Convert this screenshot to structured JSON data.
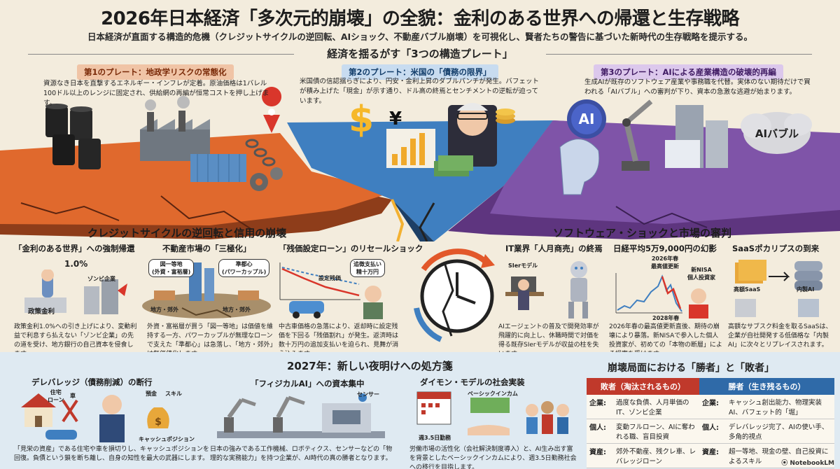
{
  "header": {
    "title": "2026年日本経済「多次元的崩壊」の全貌：金利のある世界への帰還と生存戦略",
    "subtitle": "日本経済が直面する構造的危機（クレジットサイクルの逆回転、AIショック、不動産バブル崩壊）を可視化し、賢者たちの警告に基づいた新時代の生存戦略を提示する。"
  },
  "plates": {
    "heading": "経済を揺るがす「3つの構造プレート」",
    "p1": {
      "label": "第1のプレート：地政学リスクの常態化",
      "desc": "資源なき日本を直撃するエネルギー・インフレが定着。原油価格は1バレル100ドル以上のレンジに固定され、供給網の再編が恒常コストを押し上げます。",
      "color": "#e26a2c"
    },
    "p2": {
      "label": "第2のプレート：米国の「債務の限界」",
      "desc": "米国債の信認揺らぎにより、円安・金利上昇のダブルパンチが発生。バフェットが積み上げた「現金」が示す通り、ドル高の終焉とセンチメントの逆転が迫っています。",
      "color": "#3a78b8"
    },
    "p3": {
      "label": "第3のプレート：AIによる産業構造の破壊的再編",
      "desc": "生成AIが既存のソフトウェア産業や事務職を代替。実体のない期待だけで買われる「AIバブル」への審判が下り、資本の急激な逃避が始まります。",
      "color": "#7a4fa3"
    },
    "icons": {
      "dollar": "$",
      "yen": "¥",
      "ai": "AI",
      "ai_bubble": "AIバブル"
    }
  },
  "credit": {
    "heading": "クレジットサイクルの逆回転と信用の崩壊",
    "c1": {
      "title": "「金利のある世界」への強制帰還",
      "rate": "1.0%",
      "zombie": "ゾンビ企業",
      "policy": "政策金利",
      "desc": "政策金利1.0%への引き上げにより、変動利益で利息すら払えない「ゾンビ企業」の先の道を受け、地方銀行の自己資本を侵食します。"
    },
    "c2": {
      "title": "不動産市場の「三極化」",
      "bubble1": "図一等地\n(外資・富裕層)",
      "bubble2": "準都心\n(パワーカップル)",
      "label1": "地方・郊外",
      "label2": "地方・郊外",
      "desc": "外資・富裕層が買う「図一等地」は価値を維持する一方、パワーカップルが無理なローンで支えた「準都心」は急落し、「地方・郊外」は無価値化します。"
    },
    "c3": {
      "title": "「残価設定ローン」のリセールショック",
      "bubble": "追徴支払い\n精十万円",
      "line_label": "設定残価",
      "desc": "中古車価格の急落により、返却時に設定残価を下回る「残価割れ」が発生。返済時は数十万円の追加支払いを迫られ、見舞が消え込みます。"
    }
  },
  "software": {
    "heading": "ソフトウェア・ショックと市場の審判",
    "s1": {
      "title": "IT業界「人月商売」の終焉",
      "label": "SIerモデル",
      "desc": "AIエージェントの普及で開発効率が飛躍的に向上し、休職時間で対価を得る既存SIerモデルが収益の柱を失います。"
    },
    "s2": {
      "title": "日経平均5万9,000円の幻影",
      "peak": "2026年春\n最高値更新",
      "nisa": "新NISA\n個人投資家",
      "year": "2028年春",
      "desc": "2026年春の最高値更新直後、期待の崩壊により暴落。新NISAで参入した個人投資家が、初めての「本物の断層」による損害を受けます。"
    },
    "s3": {
      "title": "SaaSポカリプスの到来",
      "label1": "高額SaaS",
      "label2": "内製AI",
      "desc": "高額なサブスク料金を取るSaaSは、企業が自社開発する低価格な「内製AI」に次々とリプレイスされます。"
    }
  },
  "prescription": {
    "heading": "2027年：新しい夜明けへの処方箋",
    "r1": {
      "title": "デレバレッジ（債務削減）の断行",
      "house": "住宅\nローン",
      "car": "車",
      "savings": "預金",
      "skill": "スキル",
      "cash": "キャッシュポジション",
      "desc": "「見栄の資産」である住宅や車を損切りし、キャッシュポジションを回復。負債という鎖を断ち離し、自身の知性を最大の武器にします。"
    },
    "r2": {
      "title": "「フィジカルAI」への資本集中",
      "sensor": "センサー",
      "desc": "日本の強みである工作機械、ロボティクス、センサーなどの「物理的な実務能力」を持つ企業が、AI時代の真の勝者となります。"
    },
    "r3": {
      "title": "ダイモン・モデルの社会実装",
      "bi": "ベーシックインカム",
      "week": "週3.5日勤務",
      "desc": "労働市場の活性化（会社解決制度導入）と、AI生み出す富を背景としたベーシックインカムにより、週3.5日勤務社会への移行を目指します。"
    }
  },
  "winners": {
    "heading": "崩壊局面における「勝者」と「敗者」",
    "loser_head": "敗者（淘汰されるもの）",
    "winner_head": "勝者（生き残るもの）",
    "loser_color": "#c0392b",
    "winner_color": "#2f6aa8",
    "rows": [
      {
        "cat": "企業:",
        "loser": "過度な負債、人月単価のIT、ゾンビ企業",
        "winner": "キャッシュ創出能力、物理実装AI、バフェット的「堀」"
      },
      {
        "cat": "個人:",
        "loser": "変動フルローン、AIに奪われる職、盲目投資",
        "winner": "デレバレッジ完了、AIの使い手、多角的視点"
      },
      {
        "cat": "資産:",
        "loser": "郊外不動産、残クレ車、レバレッジローン",
        "winner": "超一等地、現金の壁、自己投資によるスキル"
      }
    ]
  },
  "footer": {
    "brand": "NotebookLM"
  }
}
